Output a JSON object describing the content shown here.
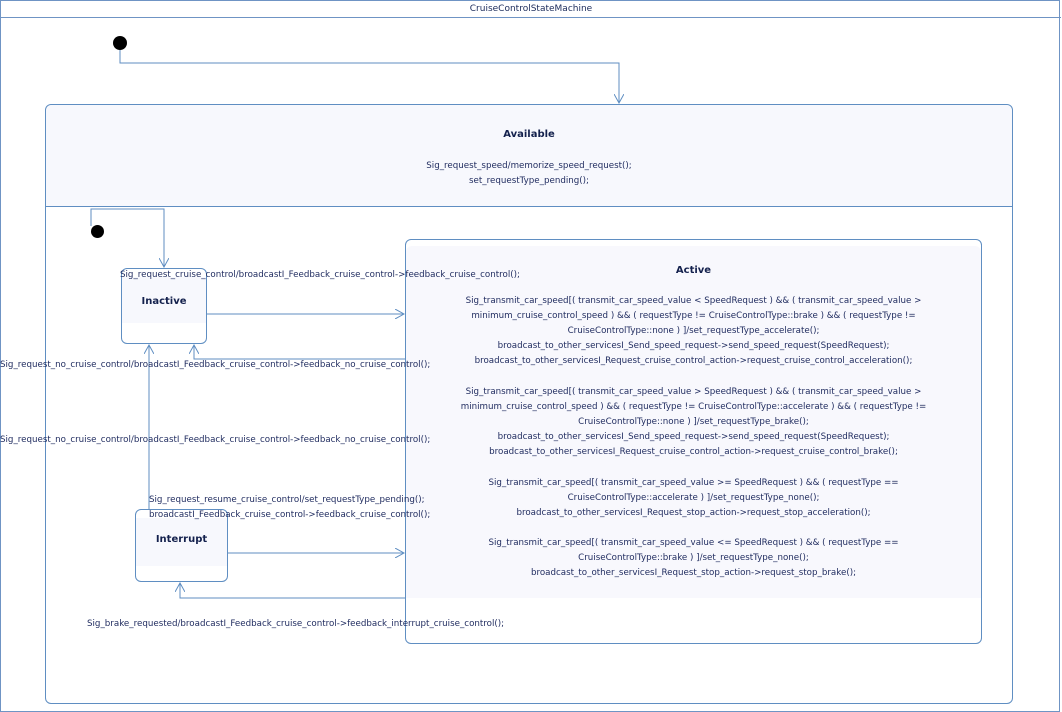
{
  "diagram": {
    "title": "CruiseControlStateMachine",
    "available": {
      "name": "Available",
      "actions": [
        "Sig_request_speed/memorize_speed_request();",
        "set_requestType_pending();"
      ]
    },
    "inactive": {
      "name": "Inactive"
    },
    "interrupt": {
      "name": "Interrupt"
    },
    "active": {
      "name": "Active",
      "blocks": [
        [
          "Sig_transmit_car_speed[( transmit_car_speed_value < SpeedRequest ) && ( transmit_car_speed_value >",
          "minimum_cruise_control_speed ) && ( requestType != CruiseControlType::brake ) && ( requestType !=",
          "CruiseControlType::none ) ]/set_requestType_accelerate();",
          "broadcast_to_other_servicesI_Send_speed_request->send_speed_request(SpeedRequest);",
          "broadcast_to_other_servicesI_Request_cruise_control_action->request_cruise_control_acceleration();"
        ],
        [
          "Sig_transmit_car_speed[( transmit_car_speed_value > SpeedRequest ) && ( transmit_car_speed_value >",
          "minimum_cruise_control_speed ) && ( requestType != CruiseControlType::accelerate ) && ( requestType !=",
          "CruiseControlType::none ) ]/set_requestType_brake();",
          "broadcast_to_other_servicesI_Send_speed_request->send_speed_request(SpeedRequest);",
          "broadcast_to_other_servicesI_Request_cruise_control_action->request_cruise_control_brake();"
        ],
        [
          "Sig_transmit_car_speed[( transmit_car_speed_value >= SpeedRequest ) && ( requestType ==",
          "CruiseControlType::accelerate ) ]/set_requestType_none();",
          "broadcast_to_other_servicesI_Request_stop_action->request_stop_acceleration();"
        ],
        [
          "Sig_transmit_car_speed[( transmit_car_speed_value <= SpeedRequest ) && ( requestType ==",
          "CruiseControlType::brake ) ]/set_requestType_none();",
          "broadcast_to_other_servicesI_Request_stop_action->request_stop_brake();"
        ]
      ]
    },
    "transitions": {
      "inactive_to_active": "Sig_request_cruise_control/broadcastI_Feedback_cruise_control->feedback_cruise_control();",
      "active_to_inactive": "Sig_request_no_cruise_control/broadcastI_Feedback_cruise_control->feedback_no_cruise_control();",
      "interrupt_to_inactive": "Sig_request_no_cruise_control/broadcastI_Feedback_cruise_control->feedback_no_cruise_control();",
      "resume_line1": "Sig_request_resume_cruise_control/set_requestType_pending();",
      "resume_line2": "broadcastI_Feedback_cruise_control->feedback_cruise_control();",
      "active_to_interrupt": "Sig_brake_requested/broadcastI_Feedback_cruise_control->feedback_interrupt_cruise_control();"
    }
  }
}
